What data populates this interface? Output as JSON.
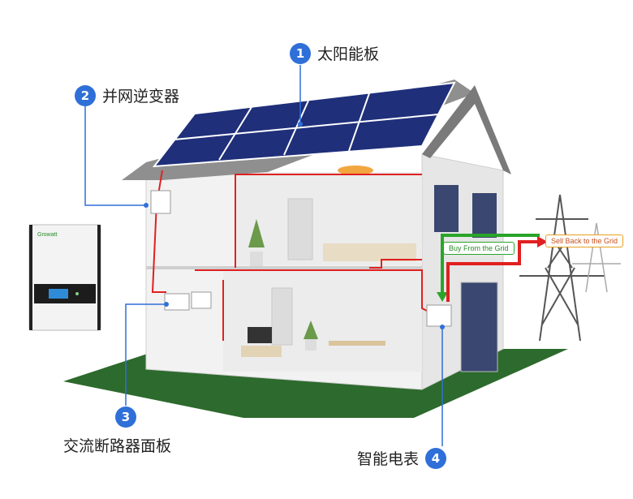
{
  "callouts": {
    "c1": {
      "num": "1",
      "label": "太阳能板"
    },
    "c2": {
      "num": "2",
      "label": "并网逆变器"
    },
    "c3": {
      "num": "3",
      "label": "交流断路器面板"
    },
    "c4": {
      "num": "4",
      "label": "智能电表"
    }
  },
  "grid": {
    "buy_label": "Buy From the Grid",
    "sell_label": "Sell Back to the Grid"
  },
  "inverter_brand": "Growatt",
  "colors": {
    "accent": "#2f6fd8",
    "wire": "#e02020",
    "buy": "#2aa52a",
    "sell": "#e8a020",
    "ground": "#2d6a2d",
    "panel": "#1f2f7a"
  }
}
